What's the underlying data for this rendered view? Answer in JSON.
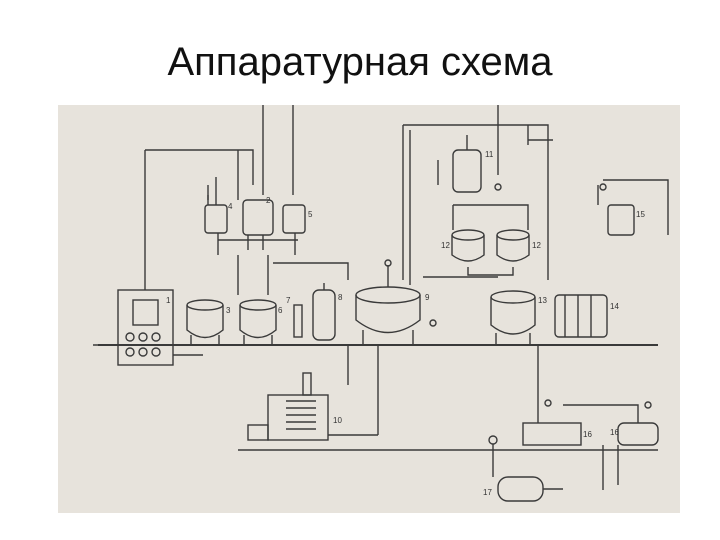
{
  "slide": {
    "title": "Аппаратурная схема"
  },
  "diagram": {
    "equipment_labels": [
      "1",
      "2",
      "3",
      "4",
      "5",
      "6",
      "7",
      "8",
      "9",
      "10",
      "11",
      "12",
      "12",
      "13",
      "14",
      "15",
      "16",
      "16",
      "17"
    ]
  },
  "colors": {
    "background": "#ffffff",
    "paper": "#e7e3dc",
    "ink": "#3a3a3a"
  }
}
